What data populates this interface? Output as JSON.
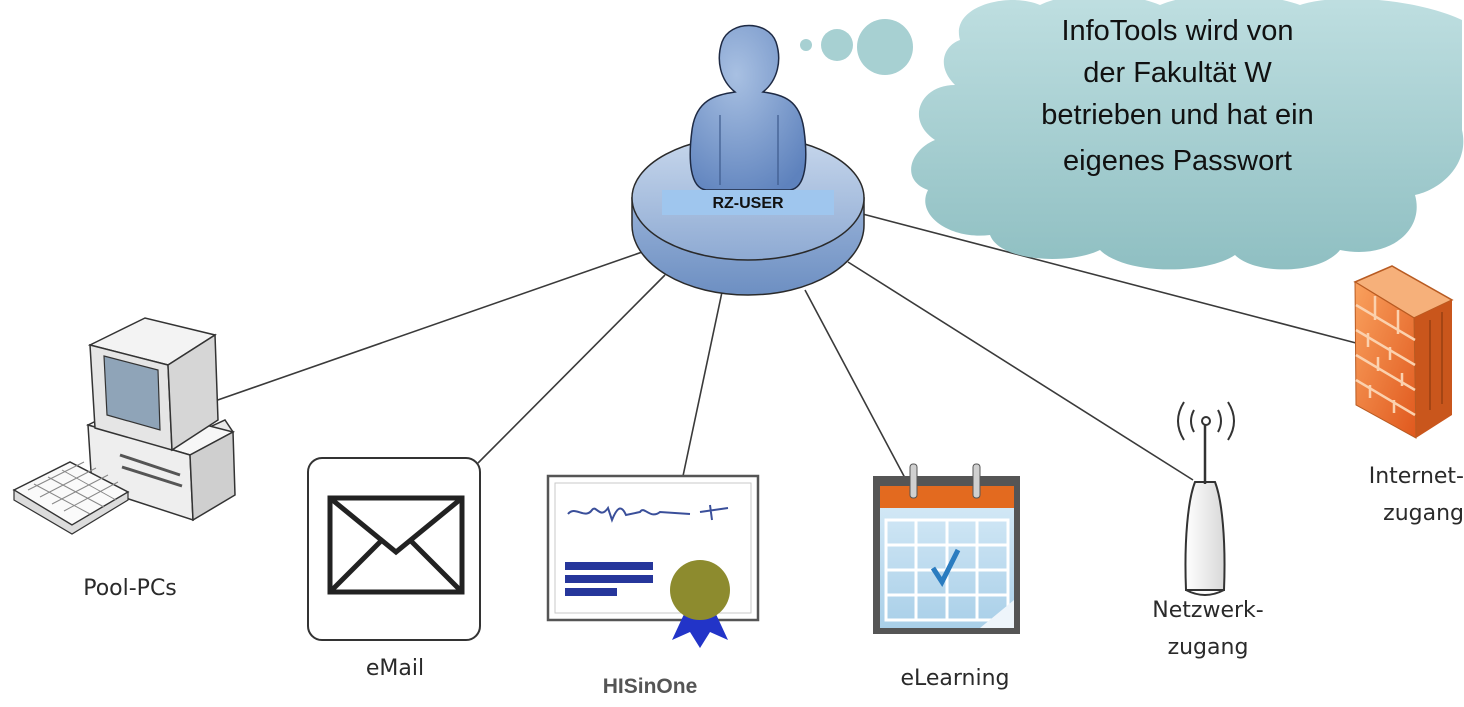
{
  "thought": {
    "lines": [
      "InfoTools wird von",
      "der Fakultät W",
      "betrieben und hat ein",
      "eigenes Passwort"
    ]
  },
  "user": {
    "label": "RZ-USER"
  },
  "nodes": {
    "pool_pcs": "Pool-PCs",
    "email": "eMail",
    "hisinone": "HISinOne",
    "elearning": "eLearning",
    "netzwerk": [
      "Netzwerk-",
      "zugang"
    ],
    "internet": [
      "Internet-",
      "zugang"
    ]
  },
  "colors": {
    "cloud_fill": "#a7d0d2",
    "user_blue": "#7f9fcd",
    "label_bg": "#9fc6ee",
    "firewall": "#f07a38",
    "calendar_blue": "#b7d7ee",
    "seal_gold": "#8d8b2e",
    "ribbon_blue": "#2234c8"
  }
}
